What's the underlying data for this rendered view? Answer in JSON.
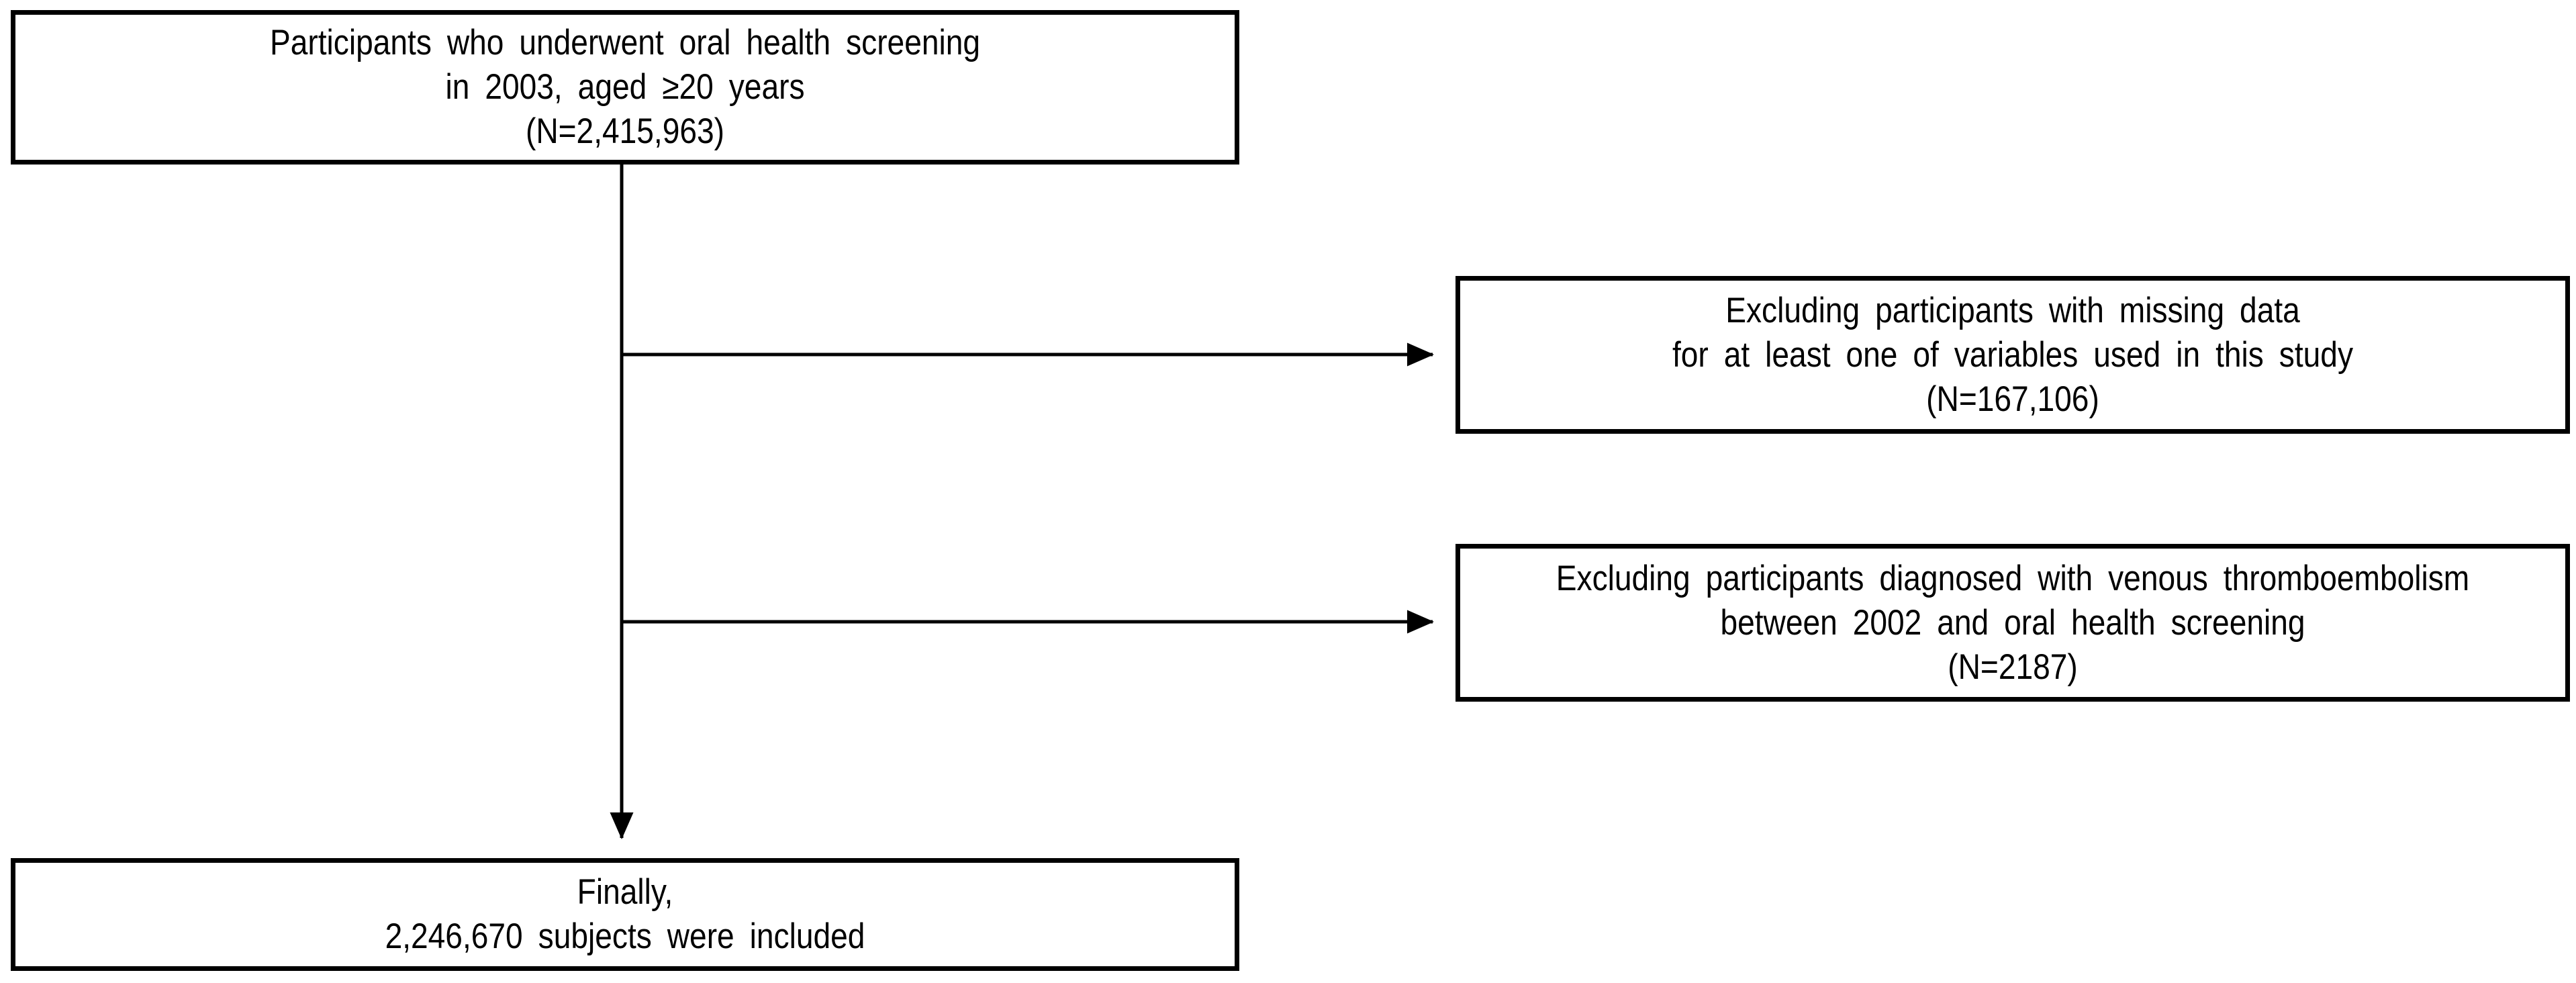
{
  "figure": {
    "title": "Participant selection flow diagram",
    "colors": {
      "background": "#ffffff",
      "box_border": "#000000",
      "text": "#000000",
      "arrow": "#000000"
    },
    "boxes": {
      "source": {
        "lines": [
          "Participants who underwent oral health screening",
          "in 2003, aged ≥20 years",
          "(N=2,415,963)"
        ]
      },
      "exclusion1": {
        "lines": [
          "Excluding participants with missing data",
          "for at least one of variables used in this study",
          "(N=167,106)"
        ]
      },
      "exclusion2": {
        "lines": [
          "Excluding participants diagnosed with venous thromboembolism",
          "between 2002 and oral health screening",
          "(N=2187)"
        ]
      },
      "final": {
        "lines": [
          "Finally,",
          "2,246,670 subjects were included"
        ]
      }
    }
  }
}
